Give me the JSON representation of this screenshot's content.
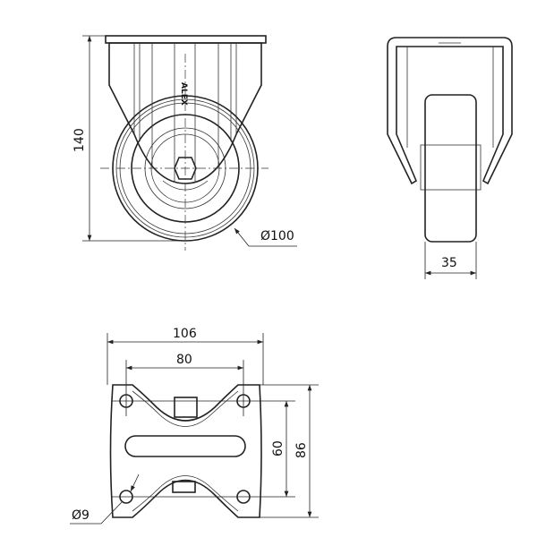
{
  "title": "Fixed castor drawing",
  "front_view": {
    "height_label": "140",
    "wheel_diameter_label": "Ø100",
    "logo_text": "ALEX"
  },
  "side_view": {
    "wheel_width_label": "35"
  },
  "top_plate_view": {
    "plate_width_label": "106",
    "hole_spacing_x_label": "80",
    "hole_spacing_y_label": "60",
    "plate_length_label": "86",
    "hole_diameter_label": "Ø9"
  },
  "colors": {
    "line": "#222222",
    "background": "#ffffff"
  }
}
